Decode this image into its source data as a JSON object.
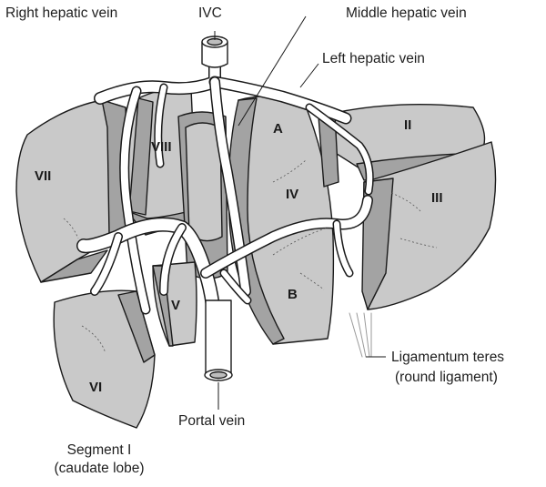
{
  "labels": {
    "right_hepatic_vein": "Right hepatic vein",
    "ivc": "IVC",
    "middle_hepatic_vein": "Middle hepatic vein",
    "left_hepatic_vein": "Left hepatic vein",
    "ligamentum_teres_line1": "Ligamentum teres",
    "ligamentum_teres_line2": "(round ligament)",
    "portal_vein": "Portal vein",
    "segment_i_line1": "Segment I",
    "segment_i_line2": "(caudate lobe)"
  },
  "segments": {
    "ii": "II",
    "iii": "III",
    "iv": "IV",
    "iv_a": "A",
    "iv_b": "B",
    "v": "V",
    "vi": "VI",
    "vii": "VII",
    "viii": "VIII"
  },
  "colors": {
    "liver_light": "#c9c9c9",
    "liver_dark": "#a3a3a3",
    "vessel": "#ffffff",
    "outline": "#1a1a1a",
    "leader_line": "#1a1a1a"
  }
}
